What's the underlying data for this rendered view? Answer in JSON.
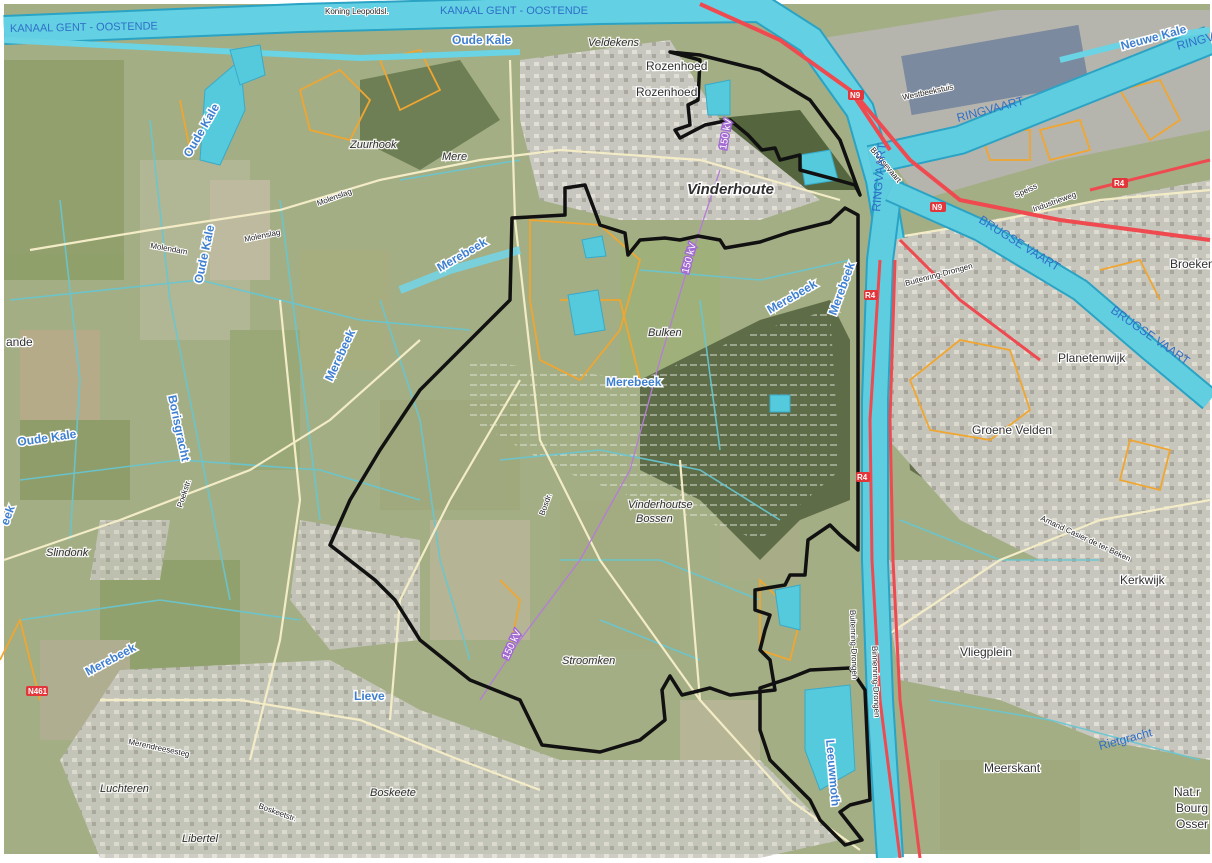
{
  "map": {
    "colors": {
      "field": "#a9b486",
      "field_dark": "#7f8f5c",
      "forest": "#5a6b44",
      "urban": "#c9c7c0",
      "water": "#59cfe0",
      "canal": "#55c6dd",
      "canal_edge": "#2aa3c4",
      "ring_road": "#ef4a50",
      "boundary": "#111111",
      "small_road": "#f0e9c8",
      "cadastre_orange": "#f0a630",
      "ditch": "#67c7d3"
    },
    "labels": {
      "canal_top_left": "KANAAL GENT - OOSTENDE",
      "canal_top_mid": "KANAAL GENT - OOSTENDE",
      "koning": "Koning Leopoldsl.",
      "oude_kale_top": "Oude Kale",
      "veldekens": "Veldekens",
      "neuwe_kale": "Neuwe Kale",
      "ringvaart_top_right": "RINGVA",
      "ringvaart_right": "RINGVAART",
      "rozenhoed1": "Rozenhoed",
      "rozenhoed2": "Rozenhoed",
      "westbeke": "Westbeekstuis",
      "brugsevaart_label": "Brugsevaart",
      "zuurhook": "Zuurhook",
      "mere": "Mere",
      "oude_kale_left": "Oude Kale",
      "vinderhoute": "Vinderhoute",
      "speiss": "Speiss",
      "industrieweg": "Industrieweg",
      "n9_a": "N9",
      "n9_b": "N9",
      "r4_a": "R4",
      "r4_b": "R4",
      "r4_c": "R4",
      "brugse_vaart1": "BRUGSE VAART",
      "brugse_vaart2": "BRUGSE VAART",
      "ringvaart_mid": "RINGVAART",
      "buitenring": "Buitenring-Drongen",
      "binnenring": "Binnenring-Drongen",
      "broeken": "Broeken",
      "molendam": "Molendam",
      "molenslag1": "Molenslag",
      "molenslag2": "Molenslag",
      "oude_kale_mid": "Oude Kale",
      "merebeek1": "Merebeek",
      "merebeek2": "Merebeek",
      "merebeek3": "Merebeek",
      "merebeek4": "Merebeek",
      "merebeek5": "Merebeek",
      "merebeek6": "Merebeek",
      "kv1": "150 kV",
      "kv2": "150 kV",
      "kv3": "150 kV",
      "bulken": "Bulken",
      "planetenwijk": "Planetenwijk",
      "groene_velden": "Groene Velden",
      "oude_kale_left2": "Oude Kale",
      "borisgracht": "Borisgracht",
      "vinderhoutse1": "Vinderhoutse",
      "vinderhoutse2": "Bossen",
      "bosdr": "Bosdr.",
      "poekstr": "Poekstr.",
      "slindonk": "Slindonk",
      "amand": "Amand Casier de ter Beken",
      "kerkwijk": "Kerkwijk",
      "vliegplein": "Vliegplein",
      "stroomken": "Stroomken",
      "merebeek_bottom": "Merebeek",
      "lieve": "Lieve",
      "n461": "N461",
      "leeuwmoth": "Leeuwmoth",
      "meerskant": "Meerskant",
      "rietgracht": "Rietgracht",
      "nat1": "Nat.r",
      "nat2": "Bourg",
      "nat3": "Osser",
      "merendree": "Merendreesesteg",
      "bosduifstr": "Boskeetstr.",
      "luchteren": "Luchteren",
      "boskeete": "Boskeete",
      "libertel": "Libertel",
      "ande": "ande",
      "ek": "eek"
    }
  }
}
